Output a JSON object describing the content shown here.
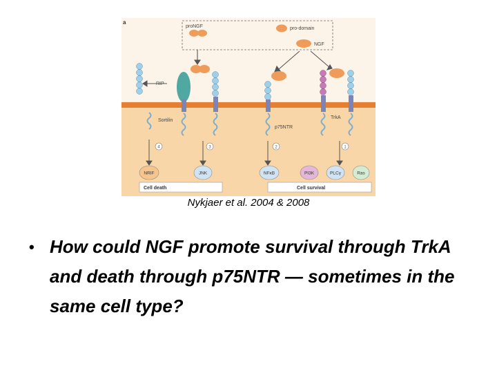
{
  "figure": {
    "panel_letter": "a",
    "labels": {
      "pro_ngf": "proNGF",
      "pro_domain": "pro-domain",
      "ngf": "NGF",
      "rip": "RIP",
      "sortilin": "Sortilin",
      "p75ntr": "p75NTR",
      "trka": "TrkA"
    },
    "steps": [
      "4",
      "3",
      "2",
      "1"
    ],
    "effectors": [
      "NRIF",
      "JNK",
      "NFκB",
      "PI3K",
      "PLCγ",
      "Ras"
    ],
    "outcomes": {
      "death": "Cell death",
      "survival": "Cell survival"
    },
    "colors": {
      "extracellular": "#fdf4e9",
      "cytoplasm": "#f9d6a8",
      "membrane": "#e77f33",
      "ligand": "#ef9b59",
      "p75_domain": "#9fcfe9",
      "sortilin": "#4fa9a2",
      "trka_domain": "#c67ab6"
    }
  },
  "caption": "Nykjaer et al. 2004 & 2008",
  "bullet": "How could NGF promote survival through TrkA and death through p75NTR — sometimes in the same cell type?"
}
